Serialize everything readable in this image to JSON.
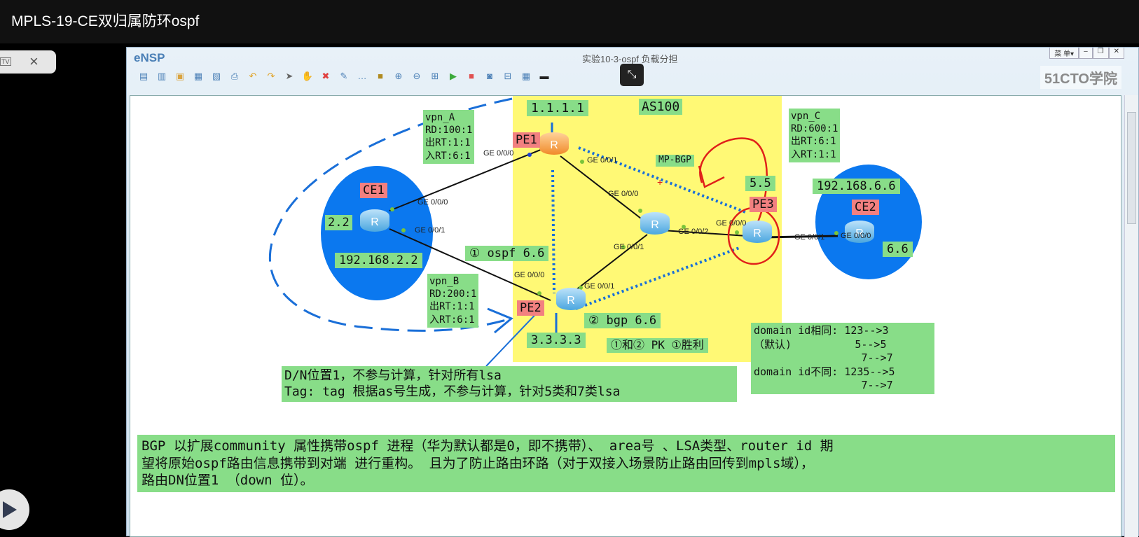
{
  "page": {
    "title": "MPLS-19-CE双归属防环ospf"
  },
  "pip": {
    "tv_label": "TV"
  },
  "window": {
    "app_name": "eNSP",
    "title": "实验10-3-ospf 负载分担",
    "menu_label": "菜 单▾",
    "minimize": "–",
    "restore": "❐",
    "close": "✕",
    "brand": "51CTO学院"
  },
  "toolbar": {
    "icons": [
      "new-topology",
      "new-example",
      "open",
      "save",
      "save-as",
      "print",
      "undo",
      "redo",
      "select",
      "pan",
      "delete",
      "delete-link",
      "text",
      "palette",
      "zoom-in",
      "zoom-out",
      "fit",
      "start",
      "stop",
      "capture",
      "topology",
      "grid",
      "console"
    ]
  },
  "diagram": {
    "as_label": "AS100",
    "devices": {
      "pe1": {
        "name": "PE1",
        "loopback": "1.1.1.1"
      },
      "pe2": {
        "name": "PE2",
        "loopback": "3.3.3.3"
      },
      "pe3": {
        "name": "PE3",
        "loopback": "5.5"
      },
      "ce1": {
        "name": "CE1",
        "loopback": "2.2",
        "net": "192.168.2.2"
      },
      "ce2": {
        "name": "CE2",
        "loopback": "6.6",
        "net": "192.168.6.6"
      }
    },
    "vpns": {
      "a": "vpn_A\nRD:100:1\n出RT:1:1\n入RT:6:1",
      "b": "vpn_B\nRD:200:1\n出RT:1:1\n入RT:6:1",
      "c": "vpn_C\nRD:600:1\n出RT:6:1\n入RT:1:1"
    },
    "mp_bgp": "MP-BGP",
    "route_ospf": "① ospf 6.6",
    "route_bgp": "② bgp 6.6",
    "pk": "①和② PK ①胜利",
    "ports": {
      "pe1_g0": "GE 0/0/0",
      "pe1_g1": "GE 0/0/1",
      "ce1_g0": "GE 0/0/0",
      "ce1_g1": "GE 0/0/1",
      "p_g0": "GE 0/0/0",
      "p_g1": "GE 0/0/1",
      "p_g2": "GE 0/0/2",
      "pe2_g0": "GE 0/0/0",
      "pe2_g1": "GE 0/0/1",
      "pe3_g0": "GE 0/0/0",
      "pe3_g1": "GE 0/0/1",
      "ce2_g0": "GE 0/0/0"
    },
    "dn_note": "D/N位置1，不参与计算，针对所有lsa\nTag: tag 根据as号生成，不参与计算，针对5类和7类lsa",
    "domain_note": "domain id相同: 123-->3\n（默认)          5-->5\n                 7-->7\ndomain id不同: 1235-->5\n                 7-->7",
    "bottom_note": "BGP 以扩展community 属性携带ospf 进程（华为默认都是0，即不携带）、 area号 、LSA类型、router id 期\n望将原始ospf路由信息携带到对端 进行重构。 且为了防止路由环路（对于双接入场景防止路由回传到mpls域），\n路由DN位置1 （down 位）。"
  },
  "colors": {
    "as_area": "#fff975",
    "label_green": "#88dd88",
    "label_red": "#f28080",
    "site_blue": "#0b78ef",
    "annotation_red": "#e0201a"
  }
}
